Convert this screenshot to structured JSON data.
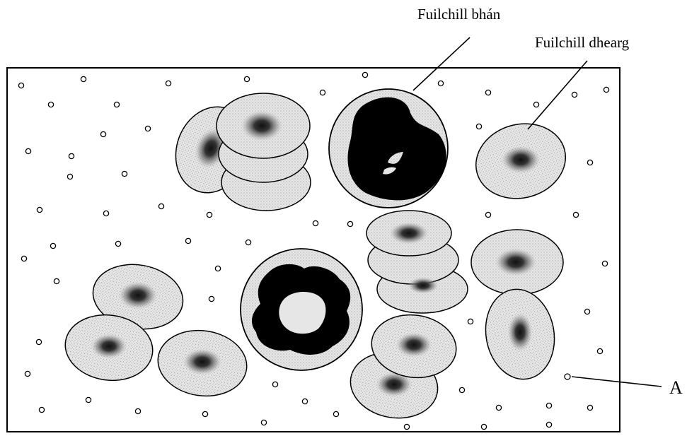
{
  "labels": {
    "white_cell": "Fuilchill bhán",
    "red_cell": "Fuilchill dhearg",
    "a": "A"
  },
  "colors": {
    "ink": "#000000",
    "cell_fill": "#e2e2e2",
    "paper": "#ffffff"
  },
  "icons": {
    "red_blood_cell": "rbc-disc-icon",
    "white_blood_cell": "wbc-nucleus-icon",
    "platelet": "platelet-dot-icon"
  }
}
